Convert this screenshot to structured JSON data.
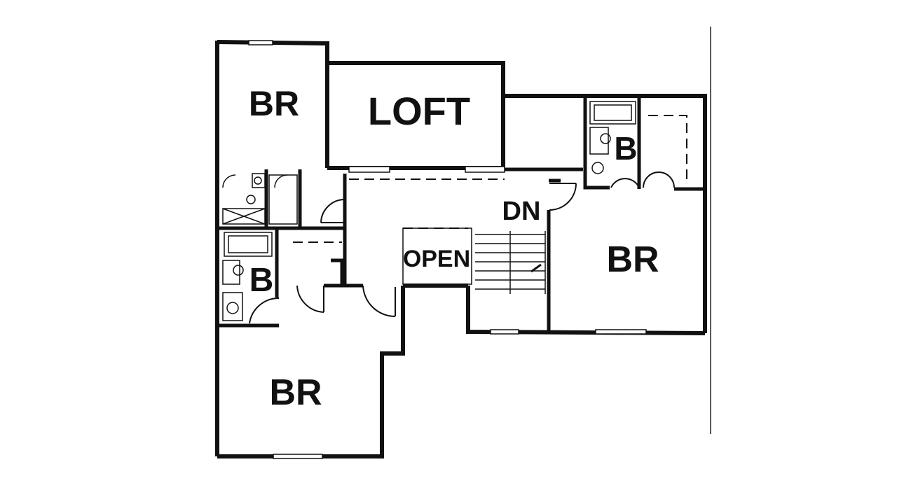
{
  "floorplan": {
    "rooms": {
      "br_top_left": "BR",
      "loft": "LOFT",
      "bath_right": "B",
      "stair_dn": "DN",
      "br_right": "BR",
      "open": "OPEN",
      "bath_left": "B",
      "br_bottom_left": "BR"
    }
  },
  "colors": {
    "wall": "#111111",
    "background": "#ffffff"
  }
}
